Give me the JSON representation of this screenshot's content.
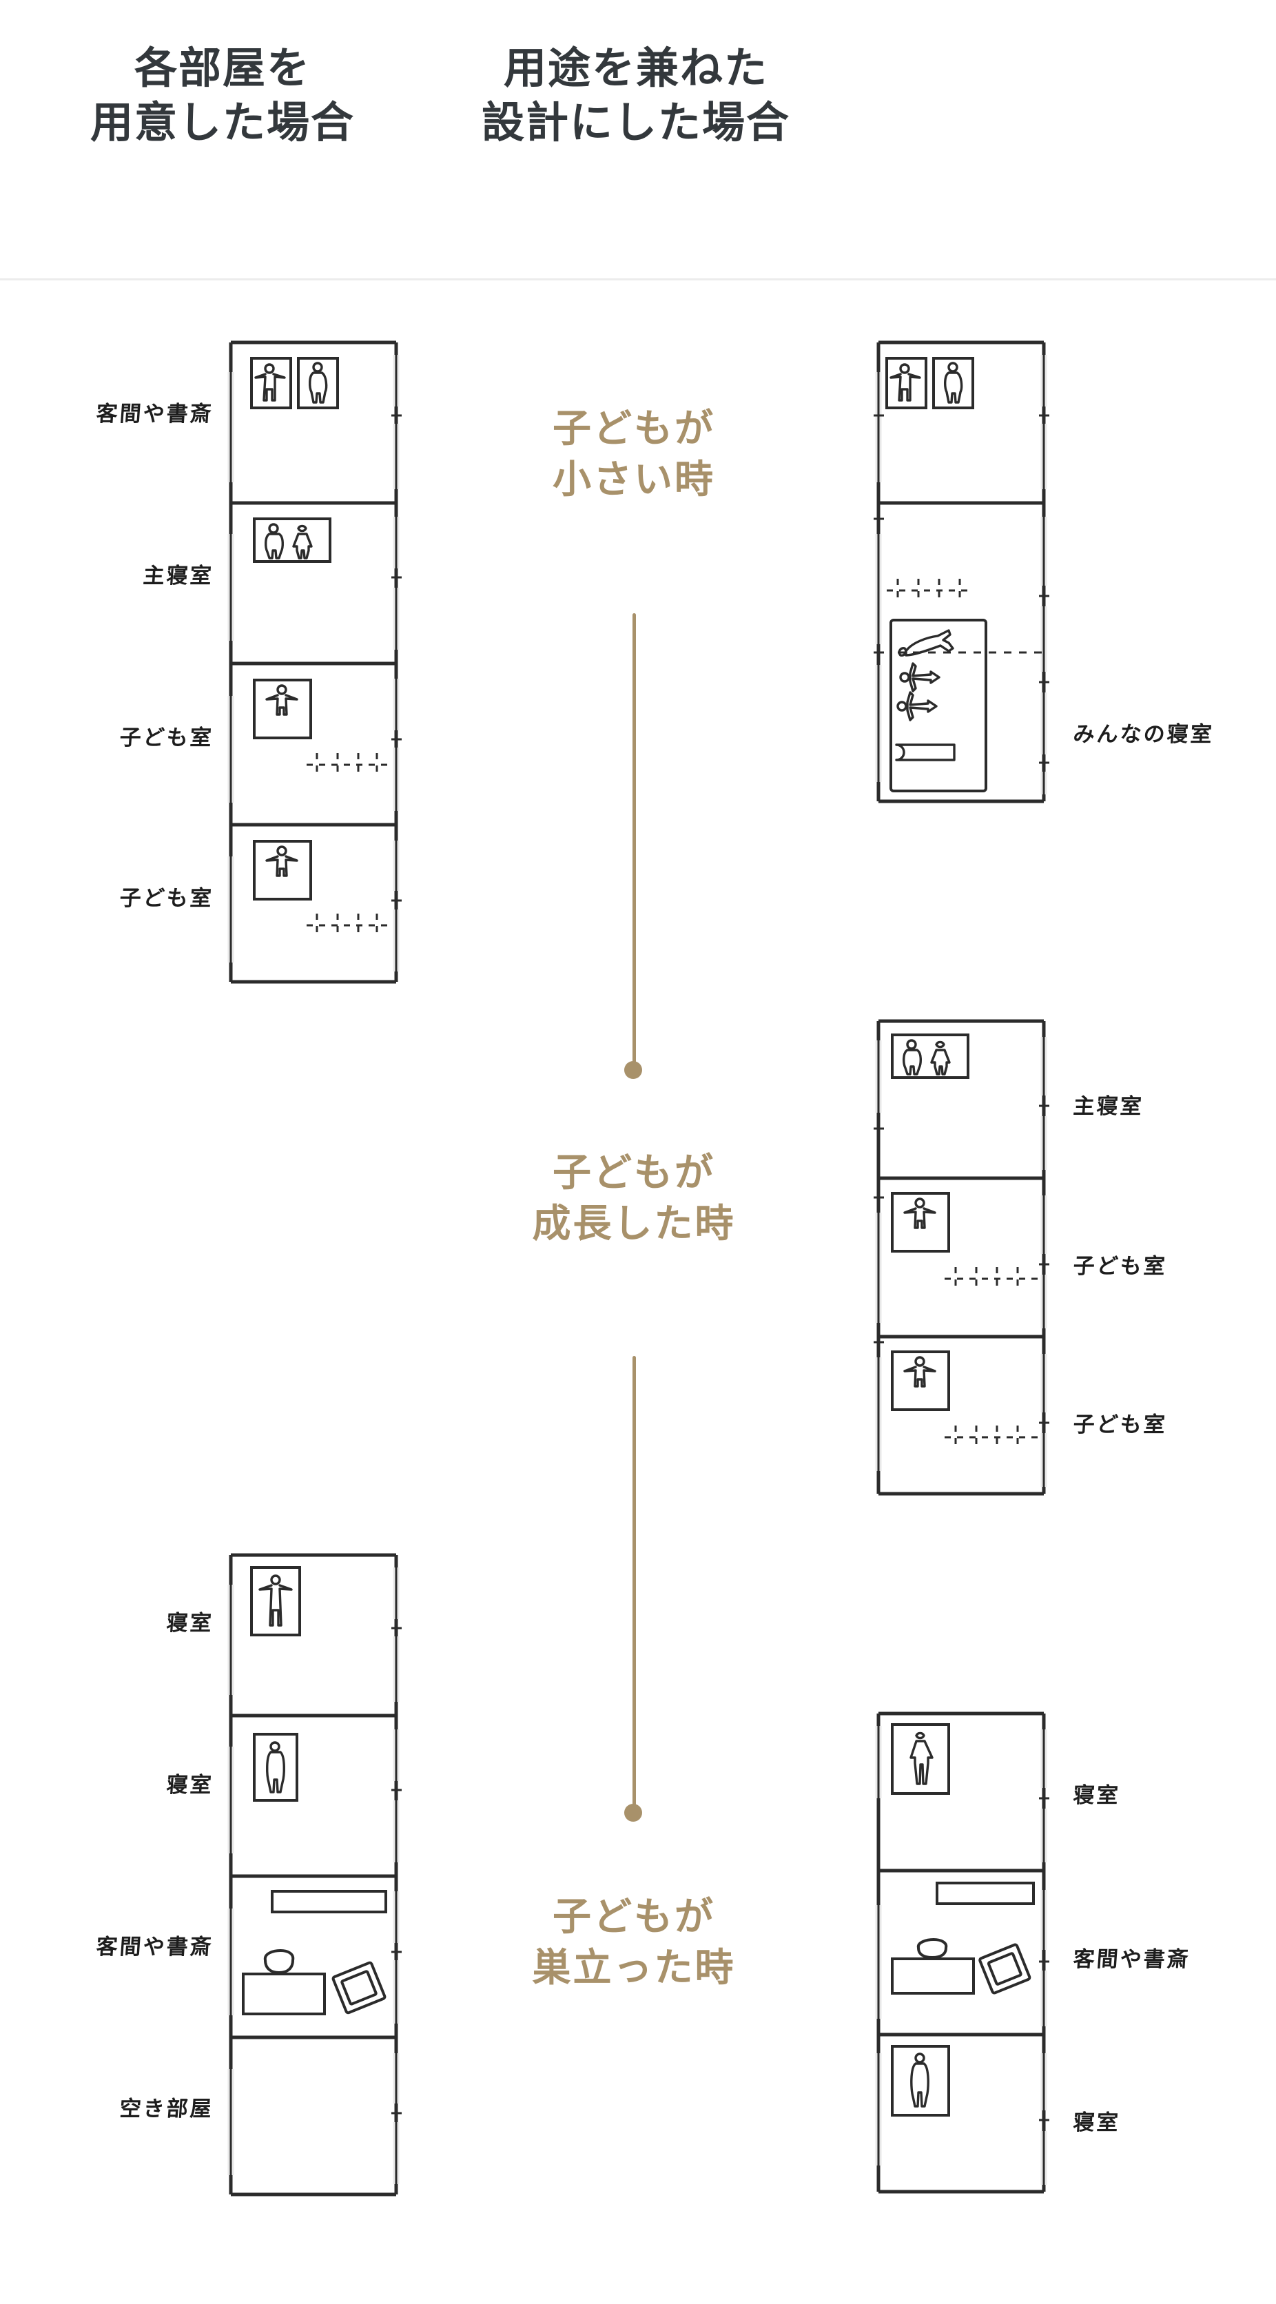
{
  "header": {
    "left": {
      "line1": "各部屋を",
      "line2": "用意した場合"
    },
    "right": {
      "line1": "用途を兼ねた",
      "line2": "設計にした場合"
    }
  },
  "accent_color": "#a8916a",
  "text_color": "#33383c",
  "divider_color": "#ececec",
  "stages": [
    {
      "id": "stage-small-child",
      "label_line1": "子どもが",
      "label_line2": "小さい時",
      "left_rooms": [
        "客間や書斎",
        "主寝室",
        "子ども室",
        "子ども室"
      ],
      "right_rooms": [
        "みんなの寝室"
      ]
    },
    {
      "id": "stage-grown-child",
      "label_line1": "子どもが",
      "label_line2": "成長した時",
      "left_rooms": [],
      "right_rooms": [
        "主寝室",
        "子ども室",
        "子ども室"
      ]
    },
    {
      "id": "stage-left-home",
      "label_line1": "子どもが",
      "label_line2": "巣立った時",
      "left_rooms": [
        "寝室",
        "寝室",
        "客間や書斎",
        "空き部屋"
      ],
      "right_rooms": [
        "寝室",
        "客間や書斎",
        "寝室"
      ]
    }
  ],
  "labels": {
    "l1_1": "客間や書斎",
    "l1_2": "主寝室",
    "l1_3": "子ども室",
    "l1_4": "子ども室",
    "r1_1": "みんなの寝室",
    "r2_1": "主寝室",
    "r2_2": "子ども室",
    "r2_3": "子ども室",
    "l3_1": "寝室",
    "l3_2": "寝室",
    "l3_3": "客間や書斎",
    "l3_4": "空き部屋",
    "r3_1": "寝室",
    "r3_2": "客間や書斎",
    "r3_3": "寝室"
  },
  "stage_label_text": {
    "s1l1": "子どもが",
    "s1l2": "小さい時",
    "s2l1": "子どもが",
    "s2l2": "成長した時",
    "s3l1": "子どもが",
    "s3l2": "巣立った時"
  }
}
